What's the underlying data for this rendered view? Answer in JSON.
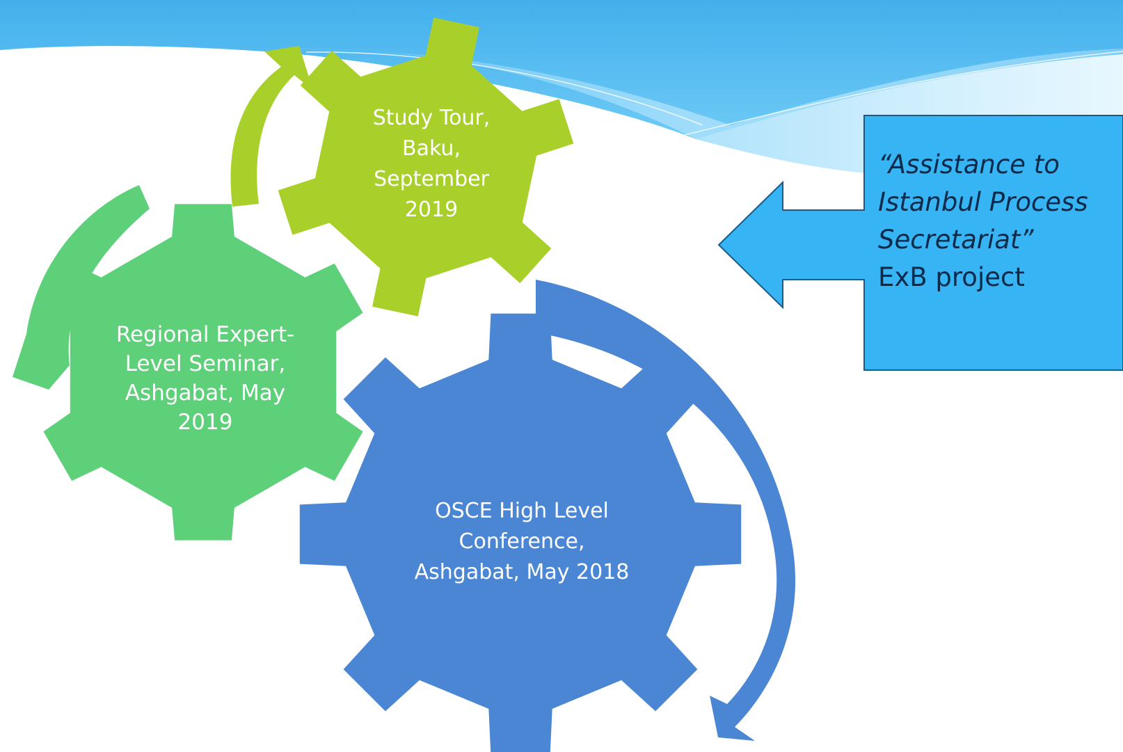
{
  "slide": {
    "gears": [
      {
        "id": "osce",
        "color": "#4a86d4",
        "lines": [
          "OSCE High Level",
          "Conference,",
          "Ashgabat, May 2018"
        ]
      },
      {
        "id": "seminar",
        "color": "#5dd079",
        "lines": [
          "Regional Expert-",
          "Level Seminar,",
          "Ashgabat, May",
          "2019"
        ]
      },
      {
        "id": "study_tour",
        "color": "#a9d02a",
        "lines": [
          "Study Tour,",
          "Baku,",
          "September",
          "2019"
        ]
      }
    ],
    "callout": {
      "line1": "“Assistance to",
      "line2": "Istanbul Process",
      "line3": "Secretariat”",
      "line4": "ExB project",
      "fill": "#36b4f3",
      "border": "#1a5a88"
    },
    "header_wave_color": "#4fb8ee"
  }
}
